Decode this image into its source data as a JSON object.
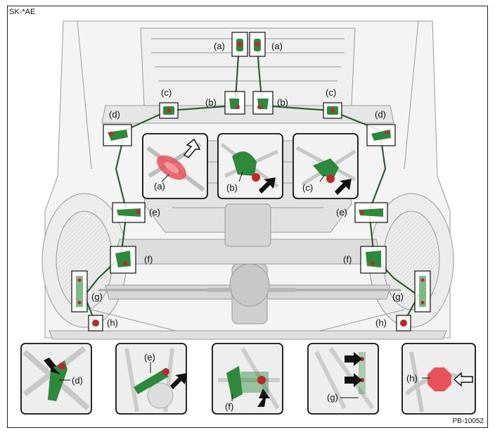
{
  "model_code": "SK-*AE",
  "figure_id": "PB-10052",
  "labels": {
    "a": "(a)",
    "b": "(b)",
    "c": "(c)",
    "d": "(d)",
    "e": "(e)",
    "f": "(f)",
    "g": "(g)",
    "h": "(h)"
  },
  "colors": {
    "line": "#2f5e2f",
    "clip": "#2d8a3a",
    "bolt": "#c0272d",
    "highlight": "#e8525a",
    "body": "#cfcfcf"
  }
}
